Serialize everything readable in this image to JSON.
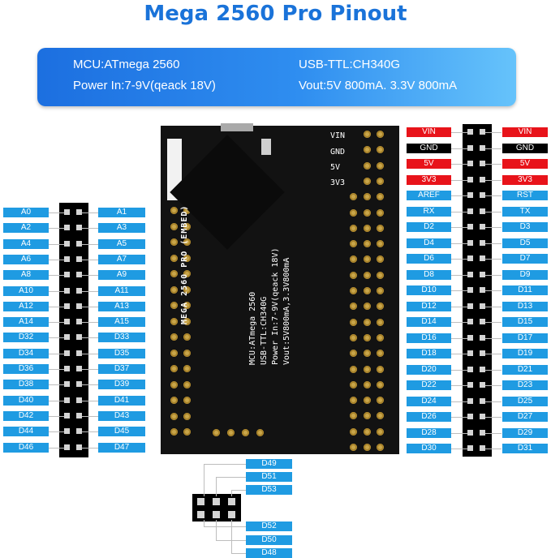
{
  "title": "Mega 2560 Pro Pinout",
  "info": {
    "mcu": "MCU:ATmega 2560",
    "usb": "USB-TTL:CH340G",
    "power_in": "Power In:7-9V(qeack 18V)",
    "vout": "Vout:5V 800mA. 3.3V 800mA"
  },
  "board": {
    "brand": "MEGA 2560 PRO (EMBED)",
    "lines": [
      "MCU:ATmega 2560",
      "USB-TTL:CH340G",
      "Power In:7-9V(qeack 18V)",
      "Vout:5V800mA,3.3V800mA"
    ],
    "right_labels": [
      "VIN",
      "GND",
      "5V",
      "3V3"
    ]
  },
  "colors": {
    "blue": "#1f9be2",
    "red": "#e8131a",
    "black": "#000000",
    "title": "#1a73d9"
  },
  "left_header": {
    "left": [
      "A0",
      "A2",
      "A4",
      "A6",
      "A8",
      "A10",
      "A12",
      "A14",
      "D32",
      "D34",
      "D36",
      "D38",
      "D40",
      "D42",
      "D44",
      "D46"
    ],
    "right": [
      "A1",
      "A3",
      "A5",
      "A7",
      "A9",
      "A11",
      "A13",
      "A15",
      "D33",
      "D35",
      "D37",
      "D39",
      "D41",
      "D43",
      "D45",
      "D47"
    ]
  },
  "right_header": {
    "rows": [
      {
        "l": "VIN",
        "r": "VIN",
        "c": "red"
      },
      {
        "l": "GND",
        "r": "GND",
        "c": "black"
      },
      {
        "l": "5V",
        "r": "5V",
        "c": "red"
      },
      {
        "l": "3V3",
        "r": "3V3",
        "c": "red"
      },
      {
        "l": "AREF",
        "r": "RST",
        "c": "blue"
      },
      {
        "l": "RX",
        "r": "TX",
        "c": "blue"
      },
      {
        "l": "D2",
        "r": "D3",
        "c": "blue"
      },
      {
        "l": "D4",
        "r": "D5",
        "c": "blue"
      },
      {
        "l": "D6",
        "r": "D7",
        "c": "blue"
      },
      {
        "l": "D8",
        "r": "D9",
        "c": "blue"
      },
      {
        "l": "D10",
        "r": "D11",
        "c": "blue"
      },
      {
        "l": "D12",
        "r": "D13",
        "c": "blue"
      },
      {
        "l": "D14",
        "r": "D15",
        "c": "blue"
      },
      {
        "l": "D16",
        "r": "D17",
        "c": "blue"
      },
      {
        "l": "D18",
        "r": "D19",
        "c": "blue"
      },
      {
        "l": "D20",
        "r": "D21",
        "c": "blue"
      },
      {
        "l": "D22",
        "r": "D23",
        "c": "blue"
      },
      {
        "l": "D24",
        "r": "D25",
        "c": "blue"
      },
      {
        "l": "D26",
        "r": "D27",
        "c": "blue"
      },
      {
        "l": "D28",
        "r": "D29",
        "c": "blue"
      },
      {
        "l": "D30",
        "r": "D31",
        "c": "blue"
      }
    ]
  },
  "bottom_header": {
    "top": [
      "D49",
      "D51",
      "D53"
    ],
    "bottom": [
      "D52",
      "D50",
      "D48"
    ]
  }
}
